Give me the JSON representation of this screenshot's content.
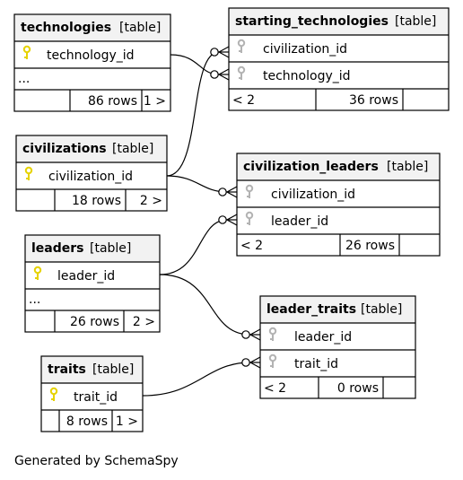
{
  "footer": "Generated by SchemaSpy",
  "colors": {
    "primary_key_icon": "#e6d200",
    "foreign_key_icon": "#b3b3b3",
    "header_bg": "#f2f2f2"
  },
  "tables": {
    "technologies": {
      "name": "technologies",
      "tag": "[table]",
      "columns": [
        {
          "name": "technology_id",
          "icon": "primary-key-icon"
        }
      ],
      "more": "...",
      "footer": {
        "left": "",
        "rows": "86 rows",
        "right": "1 >"
      }
    },
    "starting_technologies": {
      "name": "starting_technologies",
      "tag": "[table]",
      "columns": [
        {
          "name": "civilization_id",
          "icon": "foreign-key-icon"
        },
        {
          "name": "technology_id",
          "icon": "foreign-key-icon"
        }
      ],
      "footer": {
        "left": "< 2",
        "rows": "36 rows",
        "right": ""
      }
    },
    "civilizations": {
      "name": "civilizations",
      "tag": "[table]",
      "columns": [
        {
          "name": "civilization_id",
          "icon": "primary-key-icon"
        }
      ],
      "footer": {
        "left": "",
        "rows": "18 rows",
        "right": "2 >"
      }
    },
    "civilization_leaders": {
      "name": "civilization_leaders",
      "tag": "[table]",
      "columns": [
        {
          "name": "civilization_id",
          "icon": "foreign-key-icon"
        },
        {
          "name": "leader_id",
          "icon": "foreign-key-icon"
        }
      ],
      "footer": {
        "left": "< 2",
        "rows": "26 rows",
        "right": ""
      }
    },
    "leaders": {
      "name": "leaders",
      "tag": "[table]",
      "columns": [
        {
          "name": "leader_id",
          "icon": "primary-key-icon"
        }
      ],
      "more": "...",
      "footer": {
        "left": "",
        "rows": "26 rows",
        "right": "2 >"
      }
    },
    "leader_traits": {
      "name": "leader_traits",
      "tag": "[table]",
      "columns": [
        {
          "name": "leader_id",
          "icon": "foreign-key-icon"
        },
        {
          "name": "trait_id",
          "icon": "foreign-key-icon"
        }
      ],
      "footer": {
        "left": "< 2",
        "rows": "0 rows",
        "right": ""
      }
    },
    "traits": {
      "name": "traits",
      "tag": "[table]",
      "columns": [
        {
          "name": "trait_id",
          "icon": "primary-key-icon"
        }
      ],
      "footer": {
        "left": "",
        "rows": "8 rows",
        "right": "1 >"
      }
    }
  }
}
